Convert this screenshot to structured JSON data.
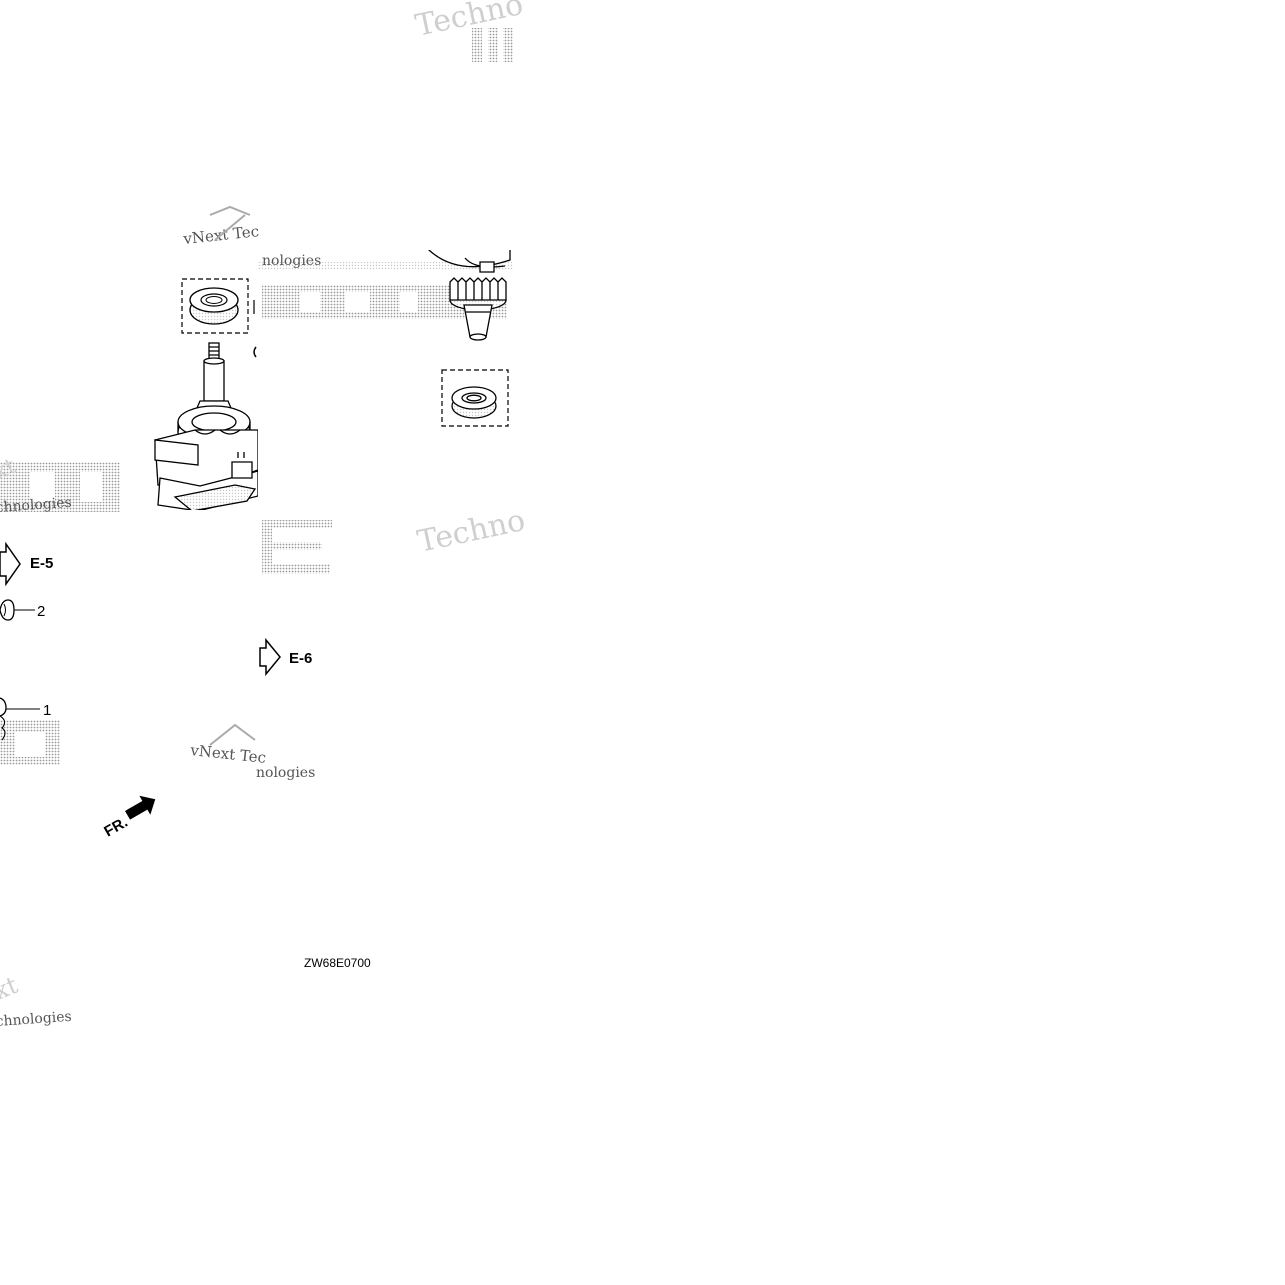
{
  "diagram": {
    "refs": {
      "left_ref": "E-5",
      "right_ref": "E-6"
    },
    "callouts": {
      "part_1": "1",
      "part_2": "2"
    },
    "direction": "FR.",
    "diagram_code": "ZW68E0700"
  },
  "watermarks": {
    "brand_letters": [
      "ARI",
      "ON",
      "E",
      "A",
      "TI"
    ],
    "technologies_1": "Techno",
    "technologies_2": "Techno",
    "vnext_1": "vNext Tec",
    "vnext_2": "vNext Tec",
    "nologies_1": "nologies",
    "nologies_2": "nologies",
    "chnologies_1": "chnologies",
    "chnologies_2": "chnologies",
    "xt_1": "xt",
    "xt_2": "xt"
  },
  "colors": {
    "line": "#000000",
    "watermark": "#cfcfcf",
    "background": "#ffffff"
  }
}
